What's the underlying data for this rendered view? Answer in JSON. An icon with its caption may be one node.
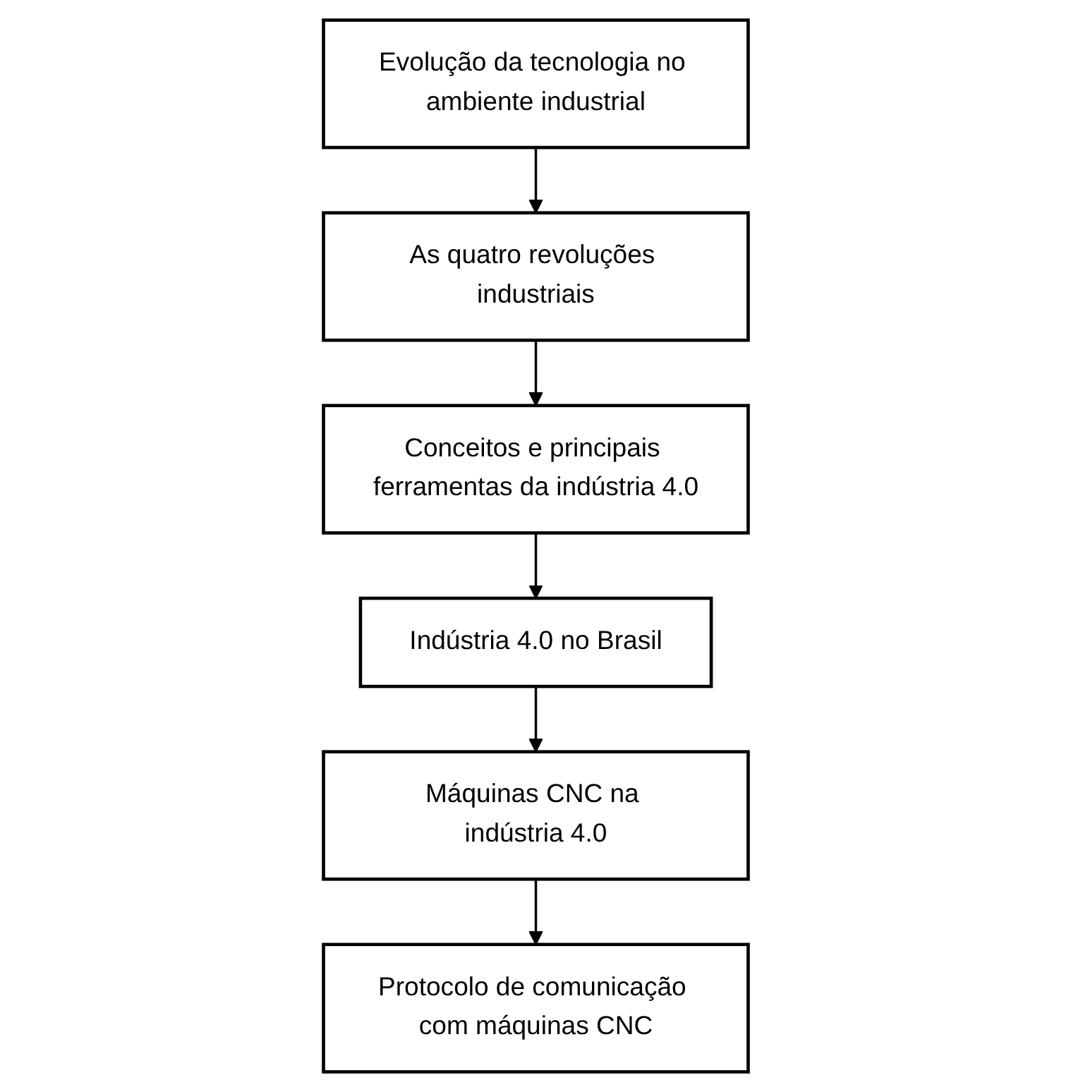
{
  "diagram": {
    "nodes": [
      {
        "text": [
          "Evolução da tecnologia no ambiente industrial"
        ]
      },
      {
        "text": [
          "As quatro revoluções industriais"
        ]
      },
      {
        "text": [
          "Conceitos e principais ferramentas da indústria 4.0"
        ]
      },
      {
        "text": [
          "Indústria 4.0 no Brasil"
        ]
      },
      {
        "text": [
          "Máquinas CNC na indústria 4.0"
        ]
      },
      {
        "text": [
          "Protocolo de comunicação com máquinas CNC"
        ]
      }
    ],
    "edges": [
      {
        "from": 0,
        "to": 1,
        "arrow": "to"
      },
      {
        "from": 1,
        "to": 2,
        "arrow": "to"
      },
      {
        "from": 2,
        "to": 3,
        "arrow": "to"
      },
      {
        "from": 3,
        "to": 4,
        "arrow": "to"
      },
      {
        "from": 4,
        "to": 5,
        "arrow": "to"
      }
    ]
  }
}
